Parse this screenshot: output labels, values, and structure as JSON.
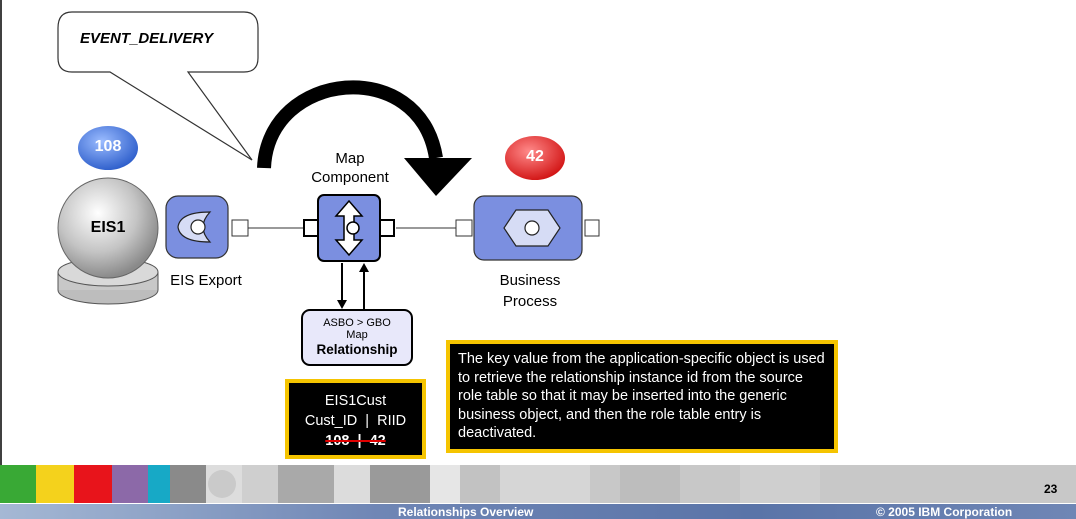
{
  "callout": {
    "text": "EVENT_DELIVERY"
  },
  "badges": {
    "left": "108",
    "right": "42"
  },
  "colors": {
    "badge_left": "#3a73d8",
    "badge_right": "#e02020",
    "accent_yellow": "#f5c400",
    "component_blue": "#7b8fe0"
  },
  "nodes": {
    "eis": "EIS1",
    "eis_export": "EIS Export",
    "map_component_line1": "Map",
    "map_component_line2": "Component",
    "business_process_line1": "Business",
    "business_process_line2": "Process"
  },
  "relationship_box": {
    "line1": "ASBO > GBO",
    "line2": "Map",
    "line3": "Relationship"
  },
  "role_table": {
    "title": "EIS1Cust",
    "header": "Cust_ID  |  RIID",
    "row": "108  |  42"
  },
  "note": {
    "text": "The key value from the application-specific object is used to retrieve the relationship instance id from the source role table so that it may be inserted into the generic business object, and then the role table entry is deactivated."
  },
  "footer": {
    "title": "Relationships Overview",
    "copyright": "© 2005 IBM Corporation",
    "page": "23"
  }
}
